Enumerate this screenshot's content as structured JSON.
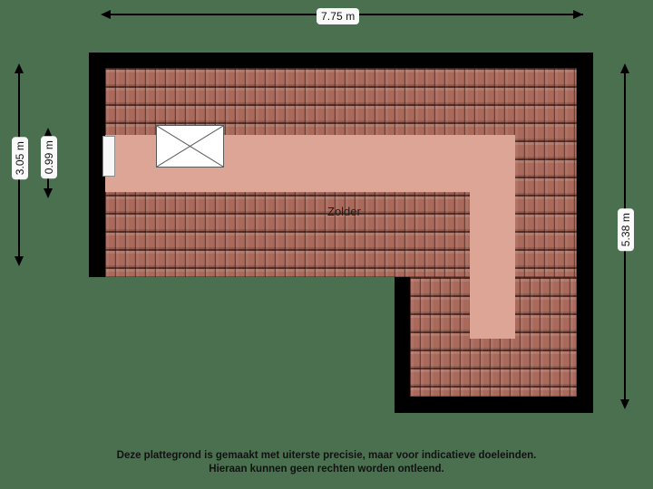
{
  "plan": {
    "room_label": "Zolder",
    "colors": {
      "background": "#4a7050",
      "wall": "#000000",
      "roof": "#a96a5c",
      "floor": "#dda595",
      "window": "#f7f7f7",
      "text": "#111111"
    }
  },
  "dimensions": {
    "top": {
      "value": "7.75 m",
      "orientation": "horizontal"
    },
    "left_outer": {
      "value": "3.05 m",
      "orientation": "vertical"
    },
    "left_inner": {
      "value": "0.99 m",
      "orientation": "vertical"
    },
    "right": {
      "value": "5.38 m",
      "orientation": "vertical"
    }
  },
  "features": {
    "skylight": {
      "name": "dakraam",
      "marker": "x-cross"
    },
    "wall_window": {
      "name": "raam"
    }
  },
  "footer": {
    "line1": "Deze plattegrond is gemaakt met uiterste precisie, maar voor indicatieve doeleinden.",
    "line2": "Hieraan kunnen geen rechten worden ontleend."
  }
}
